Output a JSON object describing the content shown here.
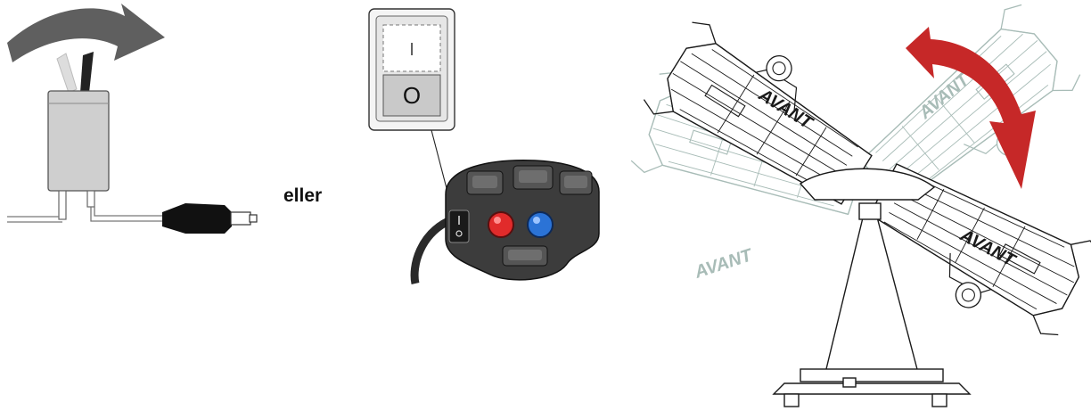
{
  "connector_text": "eller",
  "switch_panel": {
    "top_symbol": "I",
    "bottom_symbol": "O"
  },
  "machine": {
    "brand": "AVANT"
  },
  "colors": {
    "rotate_arrow": "#5f5f5f",
    "toggle_lever": "#222222",
    "toggle_lever_off": "#dddddd",
    "switch_body": "#cfcfcf",
    "cable_plug": "#111111",
    "button_red": "#e12b2b",
    "button_blue": "#2b73d6",
    "tilt_arrow": "#c62828",
    "ghost_line": "#a8bcb7",
    "machine_line": "#1a1a1a"
  }
}
